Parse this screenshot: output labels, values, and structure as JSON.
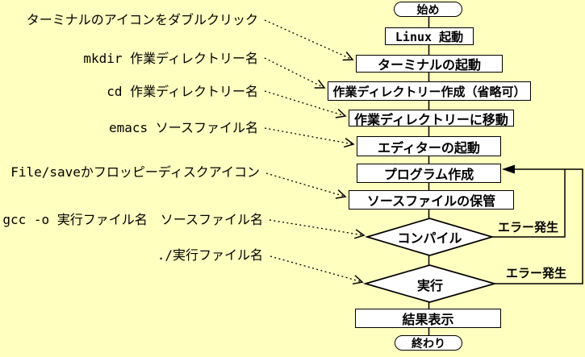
{
  "page": {
    "background_color": "#FFFFC0",
    "shape_fill_color": "#FFFFFF",
    "line_color": "#000000"
  },
  "flowchart": {
    "nodes": {
      "start": {
        "type": "terminator",
        "label": "始め"
      },
      "linux_boot": {
        "type": "process",
        "label": "Linux 起動"
      },
      "terminal_start": {
        "type": "process",
        "label": "ターミナルの起動"
      },
      "make_dir": {
        "type": "process",
        "label": "作業ディレクトリー作成（省略可）"
      },
      "move_dir": {
        "type": "process",
        "label": "作業ディレクトリーに移動"
      },
      "editor_start": {
        "type": "process",
        "label": "エディターの起動"
      },
      "create_program": {
        "type": "process",
        "label": "プログラム作成"
      },
      "save_source": {
        "type": "process",
        "label": "ソースファイルの保管"
      },
      "compile": {
        "type": "decision",
        "label": "コンパイル"
      },
      "run": {
        "type": "decision",
        "label": "実行"
      },
      "show_result": {
        "type": "process",
        "label": "結果表示"
      },
      "end": {
        "type": "terminator",
        "label": "終わり"
      }
    },
    "error_labels": {
      "compile": "エラー発生",
      "run": "エラー発生"
    }
  },
  "annotations": {
    "terminal": "ターミナルのアイコンをダブルクリック",
    "mkdir": "mkdir 作業ディレクトリー名",
    "cd": "cd 作業ディレクトリー名",
    "emacs": "emacs ソースファイル名",
    "save": "File/saveかフロッピーディスクアイコン",
    "gcc": "gcc -o 実行ファイル名　ソースファイル名",
    "run": "./実行ファイル名"
  }
}
